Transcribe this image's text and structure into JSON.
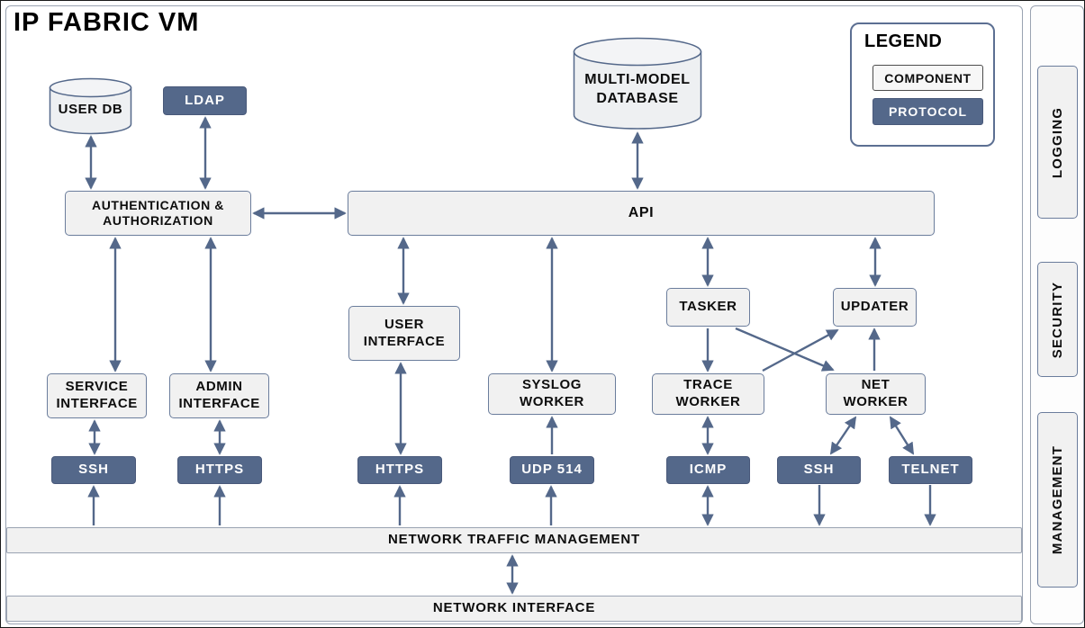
{
  "title": "IP FABRIC VM",
  "legend": {
    "title": "LEGEND",
    "component_label": "COMPONENT",
    "protocol_label": "PROTOCOL"
  },
  "sidebar": {
    "items": [
      {
        "label": "LOGGING"
      },
      {
        "label": "SECURITY"
      },
      {
        "label": "MANAGEMENT"
      }
    ]
  },
  "nodes": {
    "user_db": {
      "label": "USER DB",
      "type": "database"
    },
    "ldap": {
      "label": "LDAP",
      "type": "protocol"
    },
    "multi_model_db_line1": "MULTI-MODEL",
    "multi_model_db_line2": "DATABASE",
    "auth": {
      "label": "AUTHENTICATION & AUTHORIZATION",
      "type": "component"
    },
    "api": {
      "label": "API",
      "type": "component"
    },
    "user_interface": {
      "label": "USER INTERFACE",
      "type": "component"
    },
    "tasker": {
      "label": "TASKER",
      "type": "component"
    },
    "updater": {
      "label": "UPDATER",
      "type": "component"
    },
    "service_interface": {
      "label": "SERVICE INTERFACE",
      "type": "component"
    },
    "admin_interface": {
      "label": "ADMIN INTERFACE",
      "type": "component"
    },
    "syslog_worker": {
      "label": "SYSLOG WORKER",
      "type": "component"
    },
    "trace_worker": {
      "label": "TRACE WORKER",
      "type": "component"
    },
    "net_worker": {
      "label": "NET WORKER",
      "type": "component"
    },
    "ssh_service": {
      "label": "SSH",
      "type": "protocol"
    },
    "https_admin": {
      "label": "HTTPS",
      "type": "protocol"
    },
    "https_ui": {
      "label": "HTTPS",
      "type": "protocol"
    },
    "udp_514": {
      "label": "UDP 514",
      "type": "protocol"
    },
    "icmp": {
      "label": "ICMP",
      "type": "protocol"
    },
    "ssh_net": {
      "label": "SSH",
      "type": "protocol"
    },
    "telnet": {
      "label": "TELNET",
      "type": "protocol"
    },
    "network_traffic_management": {
      "label": "NETWORK TRAFFIC MANAGEMENT",
      "type": "bar"
    },
    "network_interface": {
      "label": "NETWORK INTERFACE",
      "type": "bar"
    }
  },
  "colors": {
    "protocol_fill": "#54688a",
    "component_fill": "#f1f1f1",
    "component_border": "#6b7d9c",
    "arrow": "#54688a",
    "frame_border": "#9aa3b2",
    "background": "#ffffff",
    "text": "#0d0d0d",
    "protocol_text": "#ffffff"
  }
}
